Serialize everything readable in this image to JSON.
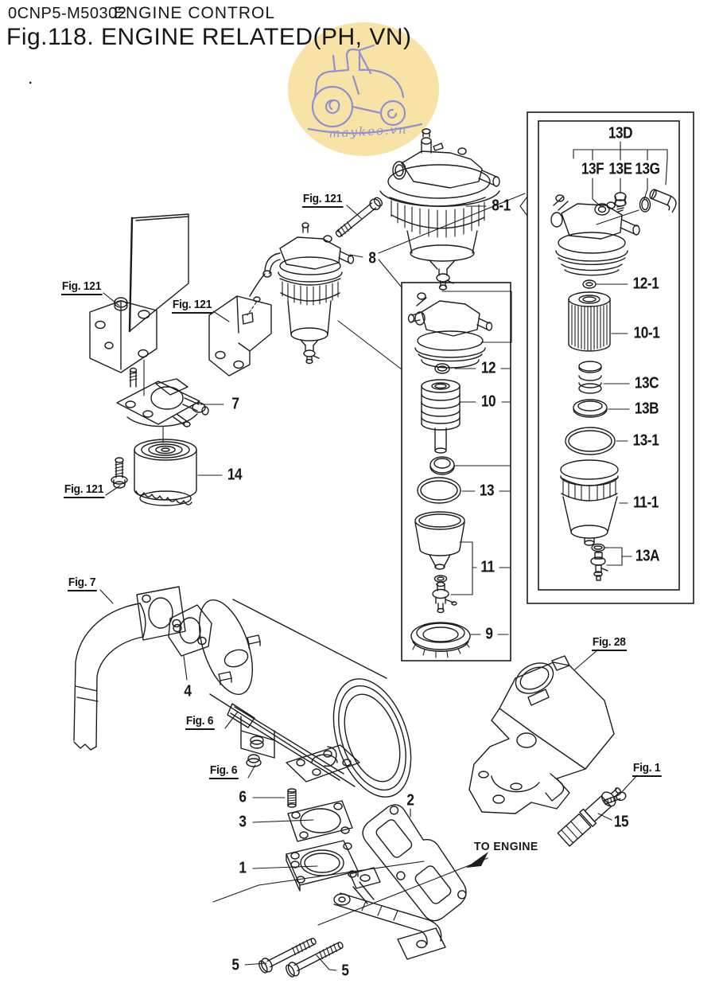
{
  "header": {
    "doc_code": "0CNP5-M50302",
    "section": "ENGINE CONTROL",
    "figure_title": "Fig.118.  ENGINE RELATED(PH, VN)",
    "stray_mark": "."
  },
  "watermark": {
    "text": "maykeo.vn"
  },
  "colors": {
    "line": "#1c1c1c",
    "watermark_fill": "#f8e3a6",
    "watermark_ink": "#8f92cf",
    "background": "#ffffff"
  },
  "callouts": {
    "fig121_top": "Fig. 121",
    "fig121_left": "Fig. 121",
    "fig121_mid": "Fig. 121",
    "fig121_bottom": "Fig. 121",
    "fig7": "Fig. 7",
    "fig6_upper": "Fig. 6",
    "fig6_lower": "Fig. 6",
    "fig28": "Fig. 28",
    "fig1": "Fig. 1",
    "p1": "1",
    "p2": "2",
    "p3": "3",
    "p4": "4",
    "p5a": "5",
    "p5b": "5",
    "p6": "6",
    "p7": "7",
    "p8": "8",
    "p8_1": "8-1",
    "p9": "9",
    "p10": "10",
    "p10_1": "10-1",
    "p11": "11",
    "p11_1": "11-1",
    "p12": "12",
    "p12_1": "12-1",
    "p13": "13",
    "p13_1": "13-1",
    "p13a": "13A",
    "p13b": "13B",
    "p13c": "13C",
    "p13d": "13D",
    "p13e": "13E",
    "p13f": "13F",
    "p13g": "13G",
    "p14": "14",
    "p15": "15",
    "to_engine": "TO ENGINE"
  }
}
